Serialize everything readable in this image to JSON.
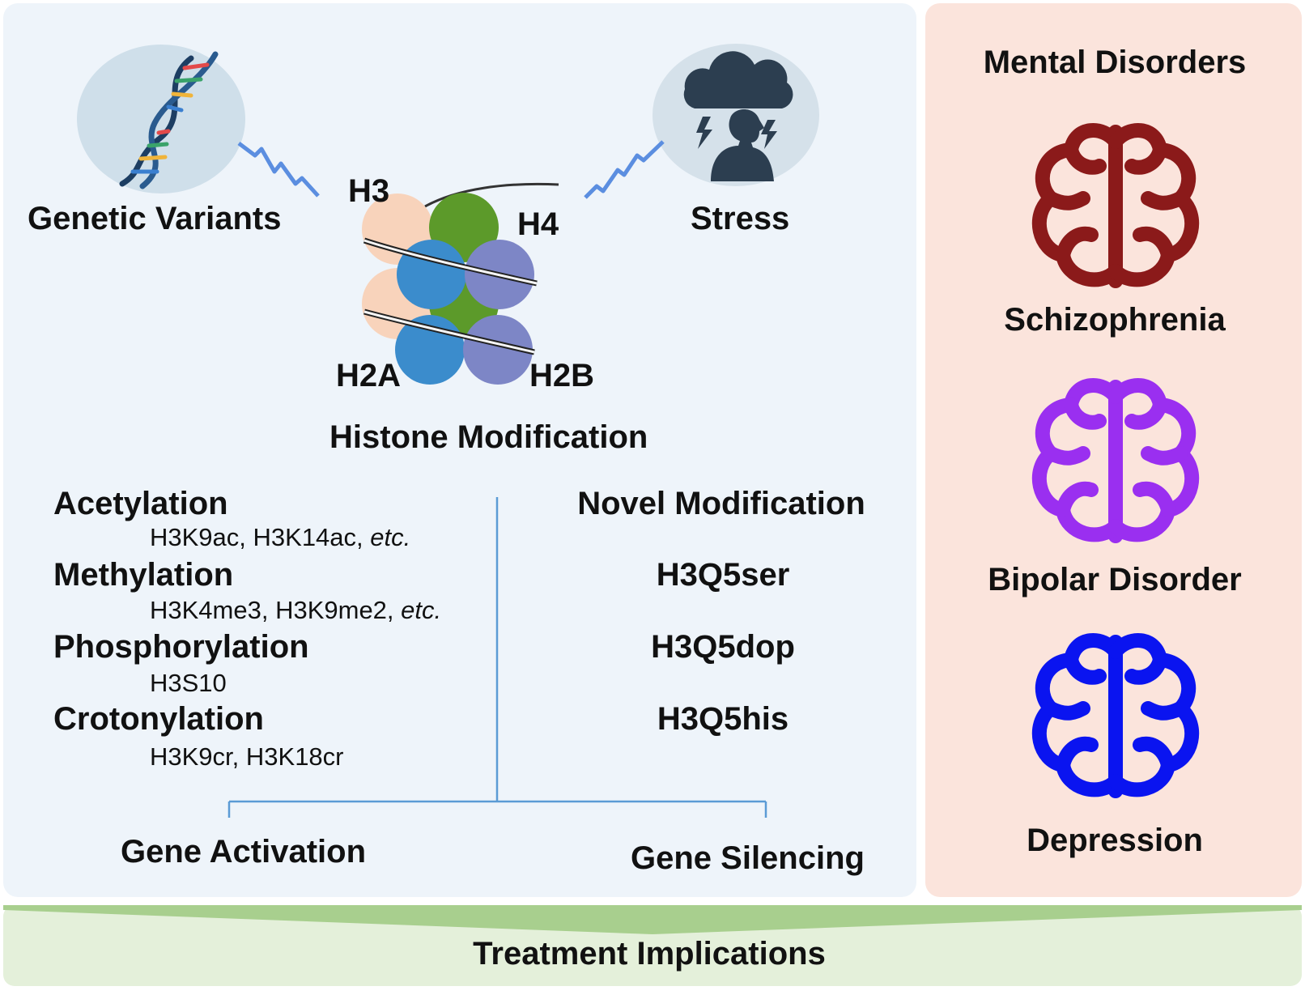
{
  "left_panel": {
    "inputs": {
      "genetic": "Genetic Variants",
      "stress": "Stress"
    },
    "histones": {
      "h3": "H3",
      "h4": "H4",
      "h2a": "H2A",
      "h2b": "H2B",
      "title": "Histone Modification"
    },
    "classic_mods": [
      {
        "name": "Acetylation",
        "examples": "H3K9ac, H3K14ac, ",
        "etc": "etc."
      },
      {
        "name": "Methylation",
        "examples": "H3K4me3, H3K9me2, ",
        "etc": "etc."
      },
      {
        "name": "Phosphorylation",
        "examples": "H3S10",
        "etc": ""
      },
      {
        "name": "Crotonylation",
        "examples": "H3K9cr, H3K18cr",
        "etc": ""
      }
    ],
    "novel": {
      "title": "Novel Modification",
      "items": [
        "H3Q5ser",
        "H3Q5dop",
        "H3Q5his"
      ]
    },
    "outcomes": {
      "activation": "Gene Activation",
      "silencing": "Gene Silencing"
    }
  },
  "right_panel": {
    "title": "Mental Disorders",
    "disorders": [
      {
        "name": "Schizophrenia",
        "color": "#8b1a1a"
      },
      {
        "name": "Bipolar Disorder",
        "color": "#9a2ff0"
      },
      {
        "name": "Depression",
        "color": "#0a14f0"
      }
    ]
  },
  "banner": {
    "label": "Treatment Implications"
  },
  "colors": {
    "left_bg": "#eef4fa",
    "right_bg": "#fbe4dc",
    "banner_bg": "#e4f0da",
    "banner_arrow": "#a8cf8e",
    "h3": "#f8d3bb",
    "h4": "#5c9a2a",
    "h2a": "#3b8ccc",
    "h2b": "#7d86c6"
  }
}
